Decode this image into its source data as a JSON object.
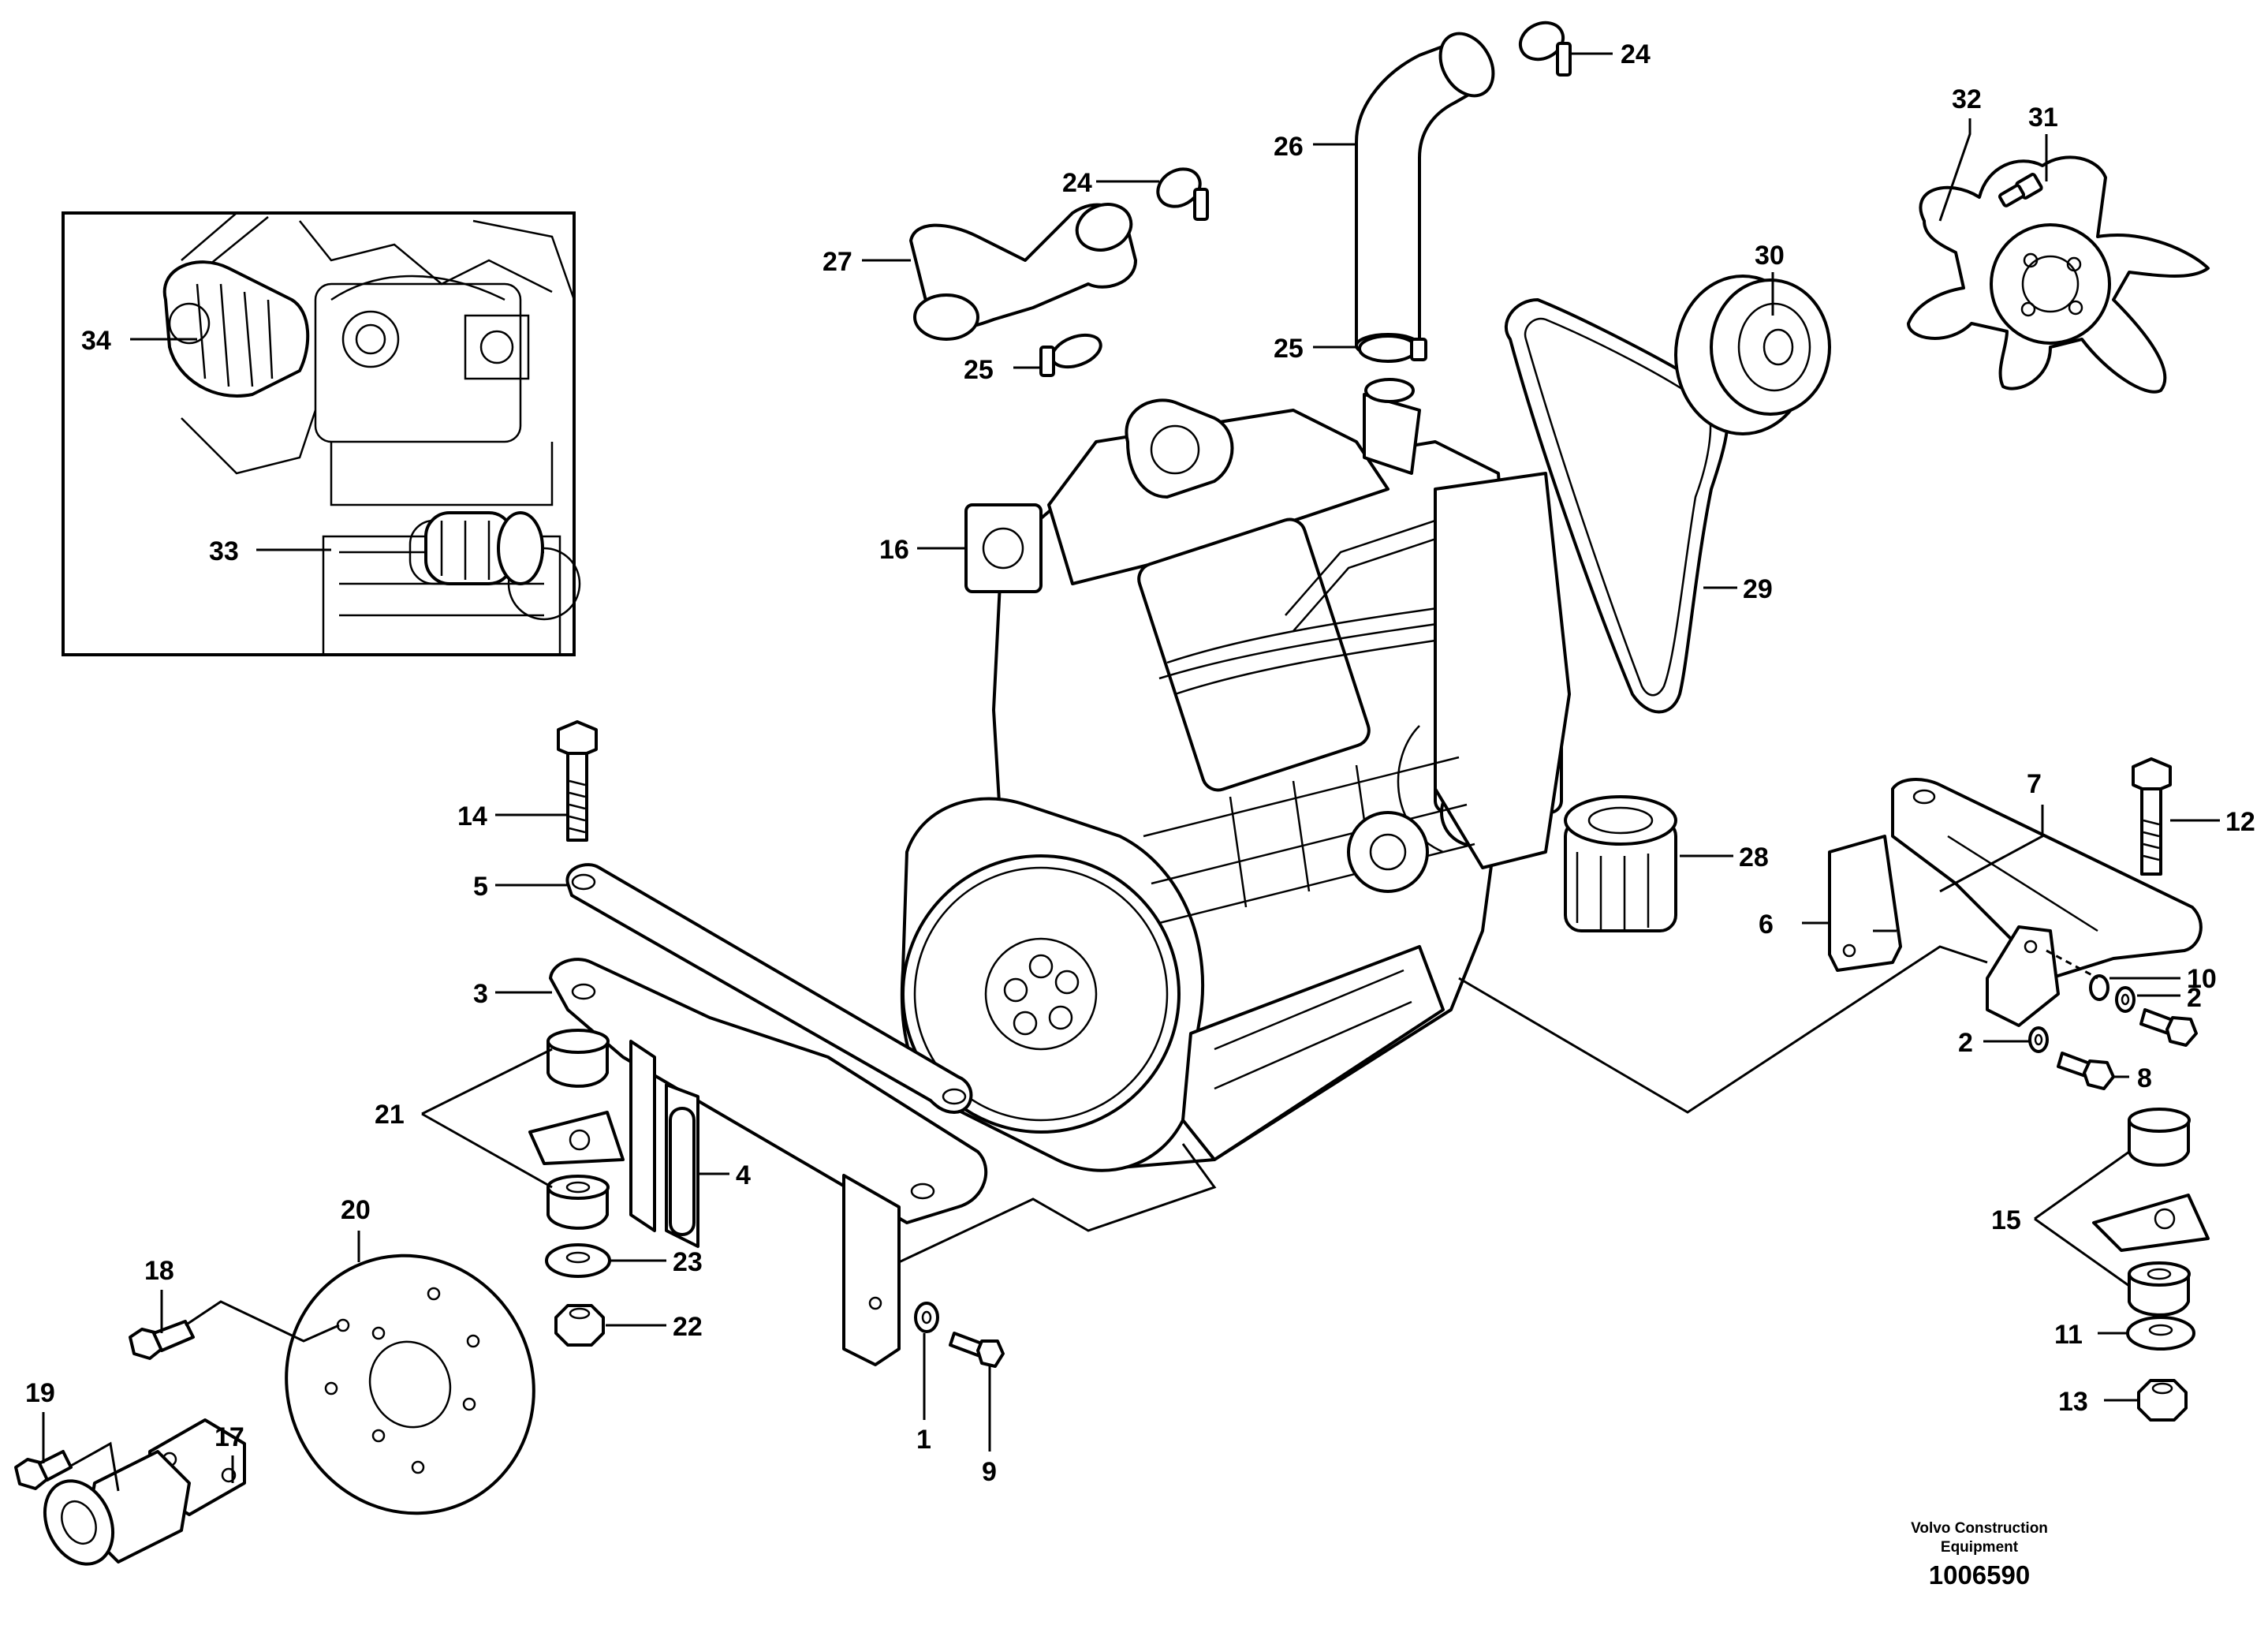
{
  "callouts": [
    {
      "id": "c34",
      "text": "34"
    },
    {
      "id": "c33",
      "text": "33"
    },
    {
      "id": "c27",
      "text": "27"
    },
    {
      "id": "c24a",
      "text": "24"
    },
    {
      "id": "c25a",
      "text": "25"
    },
    {
      "id": "c26",
      "text": "26"
    },
    {
      "id": "c24b",
      "text": "24"
    },
    {
      "id": "c25b",
      "text": "25"
    },
    {
      "id": "c32",
      "text": "32"
    },
    {
      "id": "c31",
      "text": "31"
    },
    {
      "id": "c30",
      "text": "30"
    },
    {
      "id": "c16",
      "text": "16"
    },
    {
      "id": "c29",
      "text": "29"
    },
    {
      "id": "c28",
      "text": "28"
    },
    {
      "id": "c14",
      "text": "14"
    },
    {
      "id": "c5",
      "text": "5"
    },
    {
      "id": "c3",
      "text": "3"
    },
    {
      "id": "c21",
      "text": "21"
    },
    {
      "id": "c4",
      "text": "4"
    },
    {
      "id": "c20",
      "text": "20"
    },
    {
      "id": "c23",
      "text": "23"
    },
    {
      "id": "c22",
      "text": "22"
    },
    {
      "id": "c18",
      "text": "18"
    },
    {
      "id": "c19",
      "text": "19"
    },
    {
      "id": "c17",
      "text": "17"
    },
    {
      "id": "c1",
      "text": "1"
    },
    {
      "id": "c9",
      "text": "9"
    },
    {
      "id": "c7",
      "text": "7"
    },
    {
      "id": "c12",
      "text": "12"
    },
    {
      "id": "c6",
      "text": "6"
    },
    {
      "id": "c10",
      "text": "10"
    },
    {
      "id": "c2a",
      "text": "2"
    },
    {
      "id": "c2b",
      "text": "2"
    },
    {
      "id": "c8",
      "text": "8"
    },
    {
      "id": "c15",
      "text": "15"
    },
    {
      "id": "c11",
      "text": "11"
    },
    {
      "id": "c13",
      "text": "13"
    }
  ],
  "caption": {
    "company_line1": "Volvo Construction",
    "company_line2": "Equipment",
    "drawing_number": "1006590"
  }
}
